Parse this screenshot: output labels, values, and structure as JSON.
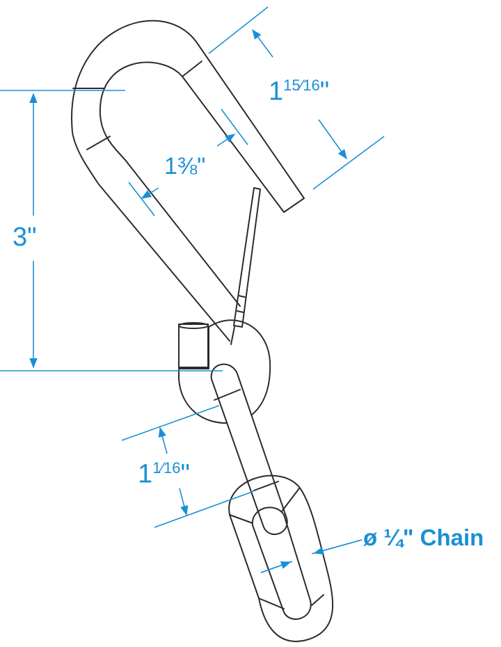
{
  "dimensions": {
    "overall_length": "3\"",
    "gate_opening": "1⅜\"",
    "hook_width_whole": "1",
    "hook_width_fraction": "15⁄16",
    "hook_width_quote": "\"",
    "chain_link_length_whole": "1",
    "chain_link_length_fraction": "1⁄16",
    "chain_link_length_quote": "\"",
    "chain_diameter": "ø ¼\" Chain"
  },
  "colors": {
    "dimension": "#1a8fd6",
    "line_art": "#2b2b2b",
    "background": "#ffffff"
  }
}
